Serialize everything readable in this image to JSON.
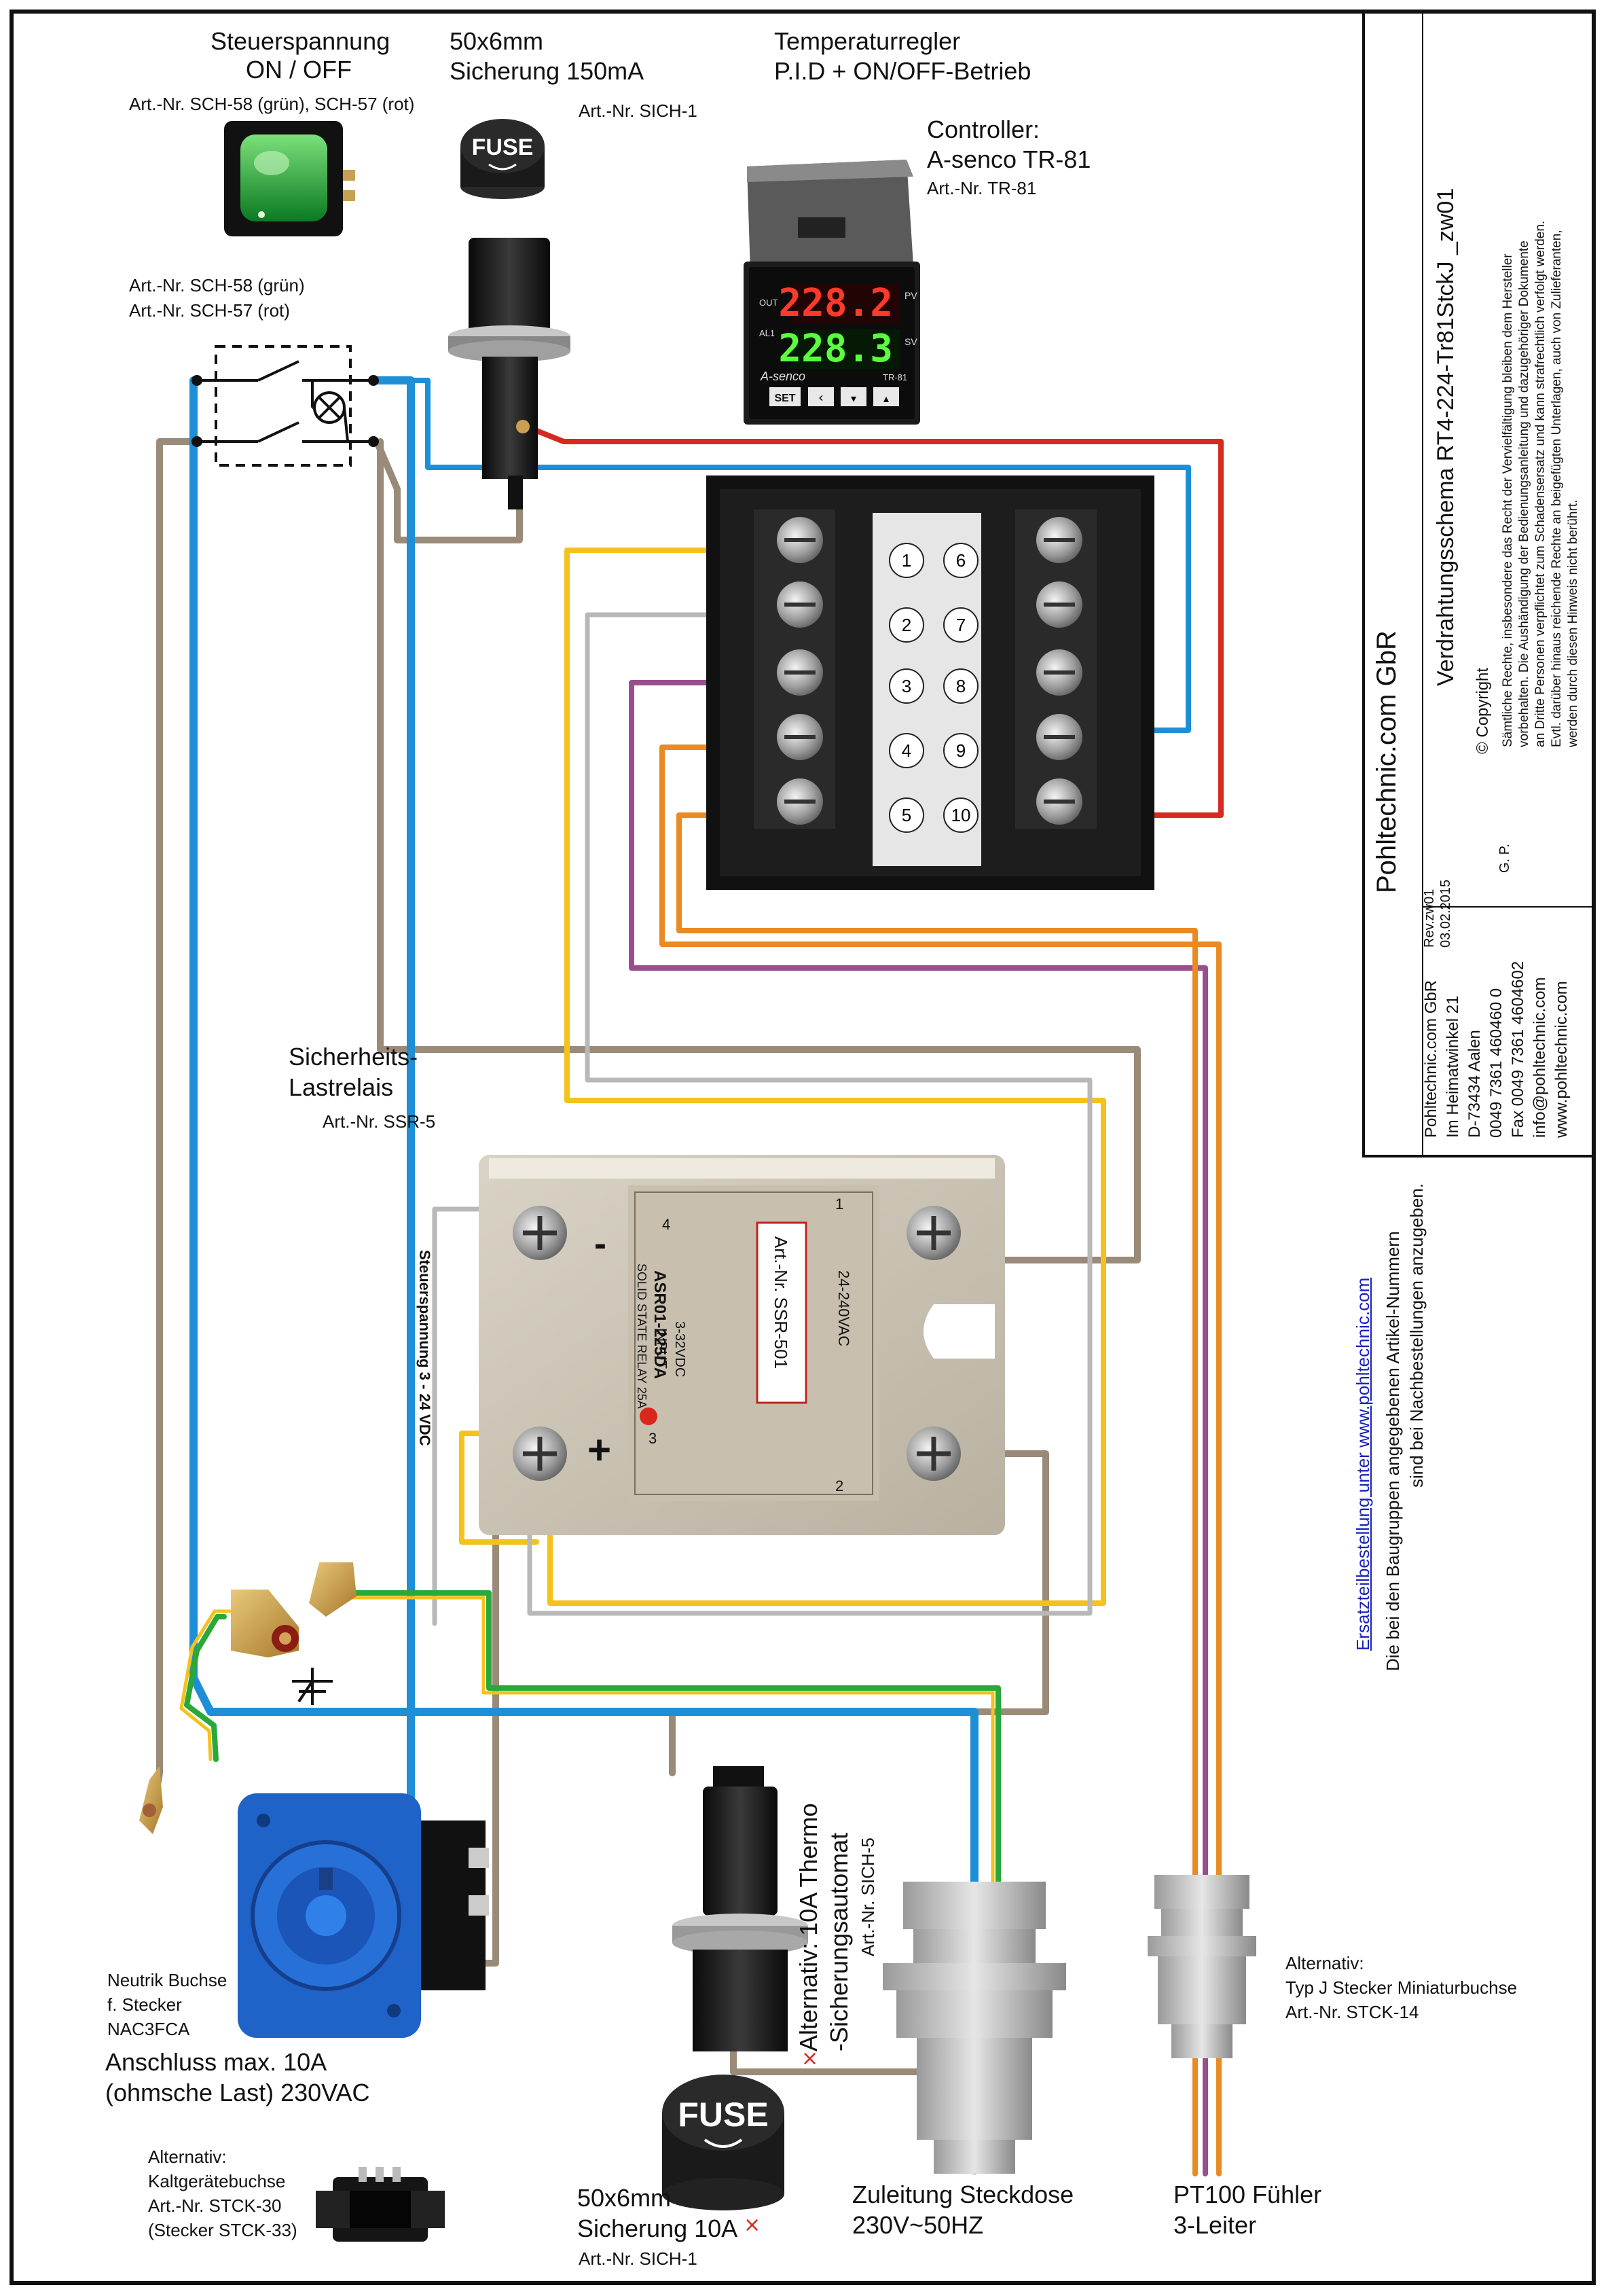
{
  "labels": {
    "steuer_title": "Steuerspannung",
    "steuer_onoff": "ON / OFF",
    "steuer_art": "Art.-Nr. SCH-58 (grün), SCH-57 (rot)",
    "switch_art1": "Art.-Nr. SCH-58 (grün)",
    "switch_art2": "Art.-Nr. SCH-57 (rot)",
    "fuse1_size": "50x6mm",
    "fuse1_rating": "Sicherung 150mA",
    "fuse1_art": "Art.-Nr. SICH-1",
    "fuse_cap_text": "FUSE",
    "regler_title": "Temperaturregler",
    "regler_mode": "P.I.D + ON/OFF-Betrieb",
    "controller_title": "Controller:",
    "controller_name": "A-senco TR-81",
    "controller_art": "Art.-Nr. TR-81",
    "display_pv": "228.2",
    "display_sv": "228.3",
    "pv_label": "PV",
    "sv_label": "SV",
    "out_label": "OUT",
    "al1_label": "AL1",
    "brand_label": "A-senco",
    "model_label": "TR-81",
    "set_label": "SET",
    "relais_title1": "Sicherheits-",
    "relais_title2": "Lastrelais",
    "relais_art": "Art.-Nr.  SSR-5",
    "ssr_model": "ASR01-225DA",
    "ssr_sub": "SOLID STATE RELAY  25A",
    "ssr_input": "INPUT",
    "ssr_input_range": "3-32VDC",
    "ssr_output": "24-240VAC",
    "ssr_art": "Art.-Nr. SSR-501",
    "ssr_minus": "-",
    "ssr_plus": "+",
    "ssr_t1": "1",
    "ssr_t2": "2",
    "ssr_t3": "3",
    "ssr_t4": "4",
    "steuerspannung_vert": "Steuerspannung 3 - 24 VDC",
    "neutrik1": "Neutrik Buchse",
    "neutrik2": "f. Stecker",
    "neutrik3": "NAC3FCA",
    "anschluss1": "Anschluss max. 10A",
    "anschluss2": "(ohmsche Last) 230VAC",
    "kalt1": "Alternativ:",
    "kalt2": "Kaltgerätebuchse",
    "kalt3": "Art.-Nr. STCK-30",
    "kalt4": "(Stecker STCK-33)",
    "fuse2_size": "50x6mm",
    "fuse2_rating": "Sicherung 10A",
    "fuse2_art": "Art.-Nr.  SICH-1",
    "thermo1": "Alternativ: 10A Thermo",
    "thermo2": "-Sicherungsautomat",
    "thermo3": "Art.-Nr. SICH-5",
    "zuleitung1": "Zuleitung Steckdose",
    "zuleitung2": "230V~50HZ",
    "pt100_1": "PT100 Fühler",
    "pt100_2": "3-Leiter",
    "typj1": "Alternativ:",
    "typj2": "Typ J Stecker Miniaturbuchse",
    "typj3": "Art.-Nr. STCK-14",
    "ersatz_link": "Ersatzteilbestellung unter www.pohltechnic.com",
    "ersatz2": "Die bei den Baugruppen angegebenen Artikel-Nummern",
    "ersatz3": "sind bei Nachbestellungen anzugeben.",
    "x_mark": "×"
  },
  "terminals": {
    "left": [
      "1",
      "2",
      "3",
      "4",
      "5"
    ],
    "right": [
      "6",
      "7",
      "8",
      "9",
      "10"
    ]
  },
  "titleblock": {
    "company": "Pohltechnic.com GbR",
    "schema_title": "Verdrahtungsschema  RT4-224-Tr81StckJ  _zw01",
    "rev": "Rev.zw01",
    "date": "03.02.2015",
    "author": "G. P.",
    "copyright_head": "Copyright",
    "copyright_lines": [
      "Sämtliche Rechte, insbesondere das Recht  der Vervielfältigung bleiben dem Hersteller",
      "vorbehalten. Die Aushändigung der Bedienungsanleitung und dazugehöriger Dokumente",
      "an Dritte Personen verpflichtet zum Schadensersatz und kann strafrechtlich verfolgt werden.",
      "Evtl. darüber hinaus reichende Rechte an beigefügten Unterlagen, auch von Zulieferanten,",
      "werden durch diesen Hinweis nicht berührt."
    ],
    "address_lines": [
      "Pohltechnic.com GbR",
      "Im Heimatwinkel 21",
      "D-73434 Aalen",
      "0049 7361 460460 0",
      "Fax 0049 7361 4604602",
      "info@pohltechnic.com",
      "www.pohltechnic.com"
    ]
  },
  "colors": {
    "red": "#d42a20",
    "blue": "#1e8fd6",
    "brown": "#9a8a78",
    "yellow": "#f3c21c",
    "gray": "#b8b8b8",
    "purple": "#9a4e8e",
    "orange": "#ea8a22",
    "green": "#2aa83a",
    "accent_blue_device": "#1f62c8"
  }
}
